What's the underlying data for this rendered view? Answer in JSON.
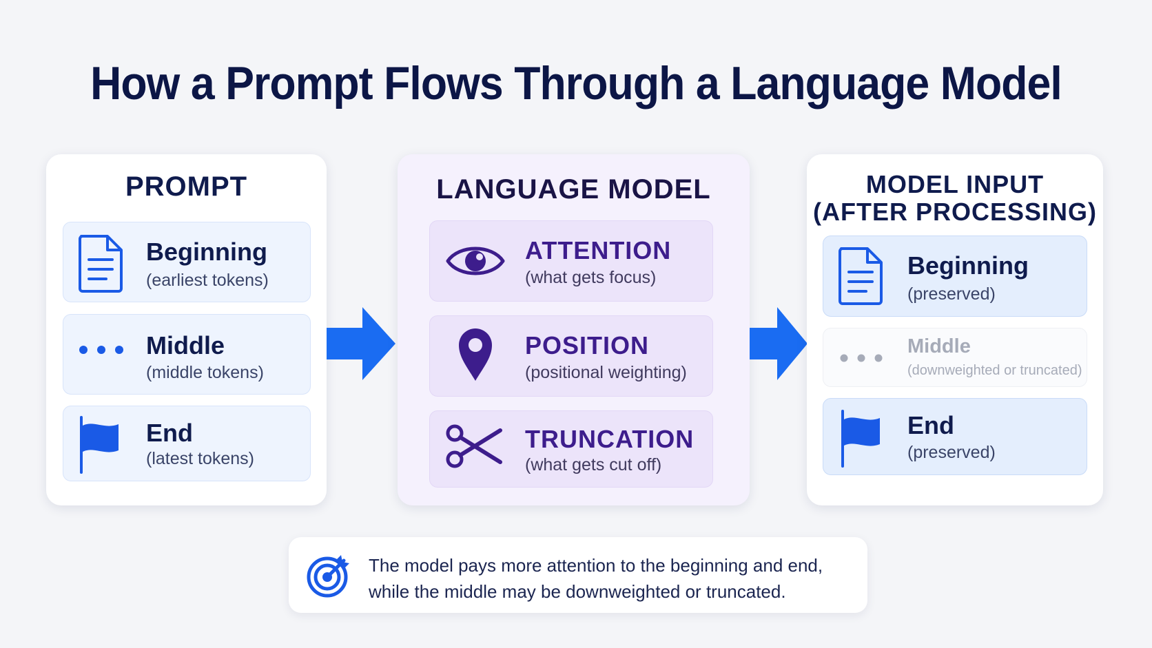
{
  "title": "How a Prompt Flows Through a Language Model",
  "prompt_panel": {
    "title": "PROMPT",
    "items": [
      {
        "label": "Beginning",
        "sub": "(earliest tokens)",
        "icon": "document-icon"
      },
      {
        "label": "Middle",
        "sub": "(middle tokens)",
        "icon": "ellipsis-icon"
      },
      {
        "label": "End",
        "sub": "(latest tokens)",
        "icon": "flag-icon"
      }
    ]
  },
  "model_panel": {
    "title": "LANGUAGE MODEL",
    "items": [
      {
        "label": "ATTENTION",
        "sub": "(what gets focus)",
        "icon": "eye-icon"
      },
      {
        "label": "POSITION",
        "sub": "(positional weighting)",
        "icon": "location-pin-icon"
      },
      {
        "label": "TRUNCATION",
        "sub": "(what gets cut off)",
        "icon": "scissors-icon"
      }
    ]
  },
  "input_panel": {
    "title_line1": "MODEL INPUT",
    "title_line2": "(AFTER PROCESSING)",
    "items": [
      {
        "label": "Beginning",
        "sub": "(preserved)",
        "icon": "document-icon"
      },
      {
        "label": "Middle",
        "sub": "(downweighted or truncated)",
        "icon": "ellipsis-icon"
      },
      {
        "label": "End",
        "sub": "(preserved)",
        "icon": "flag-icon"
      }
    ]
  },
  "note": {
    "line1": "The model pays more attention to the beginning and end,",
    "line2": "while the middle may be downweighted or truncated.",
    "icon": "target-icon"
  },
  "colors": {
    "accent_blue": "#1a63f0",
    "accent_purple": "#3d1d8c",
    "title_navy": "#0c1646"
  }
}
